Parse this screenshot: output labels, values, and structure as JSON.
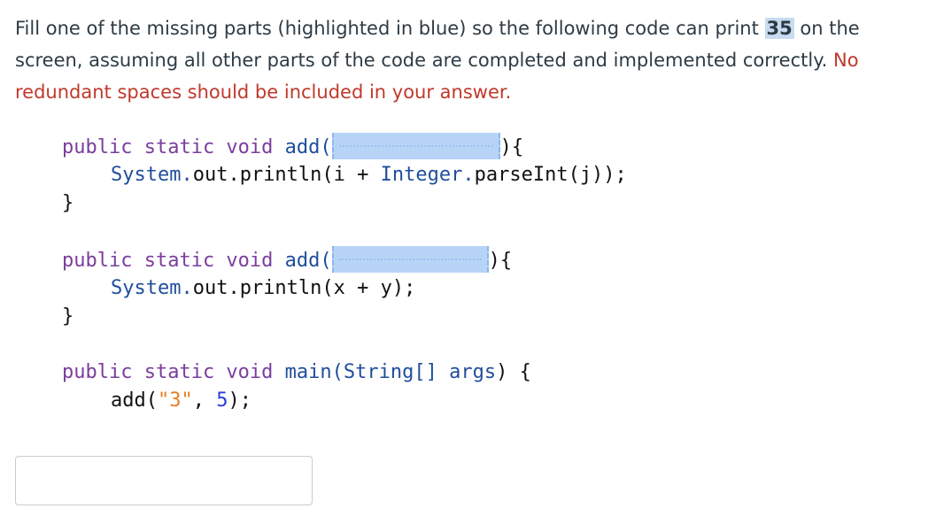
{
  "question": {
    "part1": "Fill one of the missing parts (highlighted in blue) so the following code can print ",
    "number": "35",
    "part2": " on the screen, assuming all other parts of the code are completed and implemented correctly. ",
    "warning": "No redundant spaces should be included in your answer."
  },
  "code": {
    "method1": {
      "sig_kw": "public static void",
      "sig_name": "add(",
      "sig_end": "){",
      "body_cls1": "System.",
      "body_call1": "out.println(i + ",
      "body_cls2": "Integer.",
      "body_call2": "parseInt(j));",
      "close": "}"
    },
    "method2": {
      "sig_kw": "public static void",
      "sig_name": "add(",
      "sig_end": "){",
      "body_cls1": "System.",
      "body_call1": "out.println(x + y);",
      "close": "}"
    },
    "main": {
      "sig_kw": "public static void",
      "sig_name": "main(",
      "sig_type": "String[]",
      "sig_arg": "args",
      "sig_end": ") {",
      "call_name": "add(",
      "call_str": "\"3\"",
      "call_sep": ", ",
      "call_num": "5",
      "call_end": ");"
    }
  },
  "answer": {
    "value": "",
    "placeholder": ""
  },
  "colors": {
    "keyword": "#7a3e9d",
    "function": "#1f4e9c",
    "string": "#e67e22",
    "number": "#2a3fd6",
    "blank_highlight": "#b7d4f7",
    "warning": "#c0392b"
  }
}
